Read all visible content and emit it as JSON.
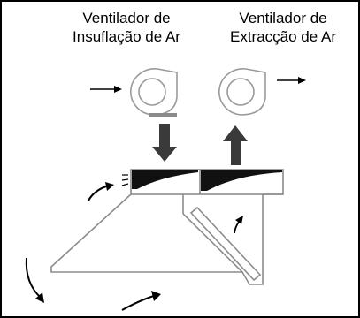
{
  "supply_fan": {
    "line1": "Ventilador de",
    "line2": "Insuflação de Ar",
    "icon": "centrifugal-fan-icon"
  },
  "extract_fan": {
    "line1": "Ventilador de",
    "line2": "Extracção de Ar",
    "icon": "centrifugal-fan-icon"
  },
  "colors": {
    "line": "#000000",
    "fan_outline": "#9a9a9a",
    "duct_arrow": "#3a3a3a",
    "hood_line": "#8c8c8c",
    "background": "#ffffff"
  }
}
